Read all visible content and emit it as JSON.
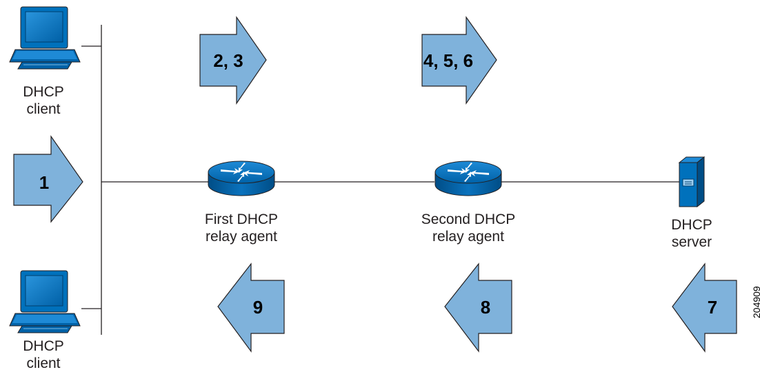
{
  "colors": {
    "arrow_fill": "#7fb2db",
    "arrow_stroke": "#231f20",
    "device_blue": "#0071bc",
    "line": "#231f20"
  },
  "clients": [
    {
      "name_line1": "DHCP",
      "name_line2": "client",
      "icon": "computer-icon"
    },
    {
      "name_line1": "DHCP",
      "name_line2": "client",
      "icon": "computer-icon"
    }
  ],
  "relays": [
    {
      "name_line1": "First DHCP",
      "name_line2": "relay agent",
      "icon": "router-icon"
    },
    {
      "name_line1": "Second DHCP",
      "name_line2": "relay agent",
      "icon": "router-icon"
    }
  ],
  "server": {
    "name_line1": "DHCP",
    "name_line2": "server",
    "icon": "server-icon"
  },
  "arrows": [
    {
      "label": "1",
      "direction": "right"
    },
    {
      "label": "2, 3",
      "direction": "right"
    },
    {
      "label": "4, 5, 6",
      "direction": "right"
    },
    {
      "label": "7",
      "direction": "left"
    },
    {
      "label": "8",
      "direction": "left"
    },
    {
      "label": "9",
      "direction": "left"
    }
  ],
  "figure_id": "204909"
}
